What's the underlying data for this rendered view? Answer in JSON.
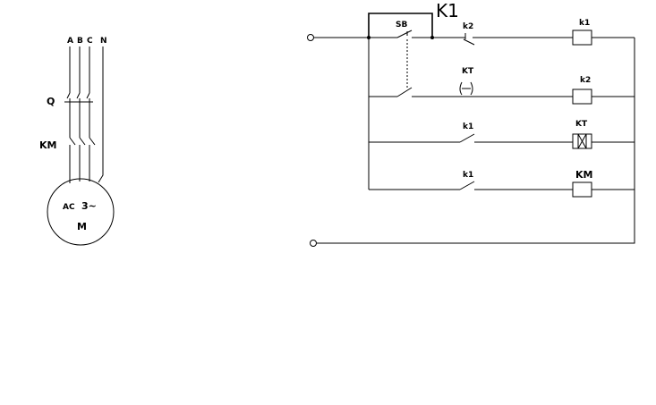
{
  "power_circuit": {
    "phase_labels": [
      "A",
      "B",
      "C",
      "N"
    ],
    "breaker_label": "Q",
    "contactor_label": "KM",
    "motor": {
      "type_label": "AC",
      "phase_label": "3~",
      "name_label": "M"
    }
  },
  "control_circuit": {
    "start_button_label": "SB",
    "handwritten_label": "K1",
    "rung1": {
      "contact_label": "k2",
      "coil_label": "k1"
    },
    "rung2": {
      "contact_label": "KT",
      "coil_label": "k2"
    },
    "rung3": {
      "contact_label": "k1",
      "coil_label": "KT"
    },
    "rung4": {
      "contact_label": "k1",
      "coil_label": "KM"
    }
  }
}
